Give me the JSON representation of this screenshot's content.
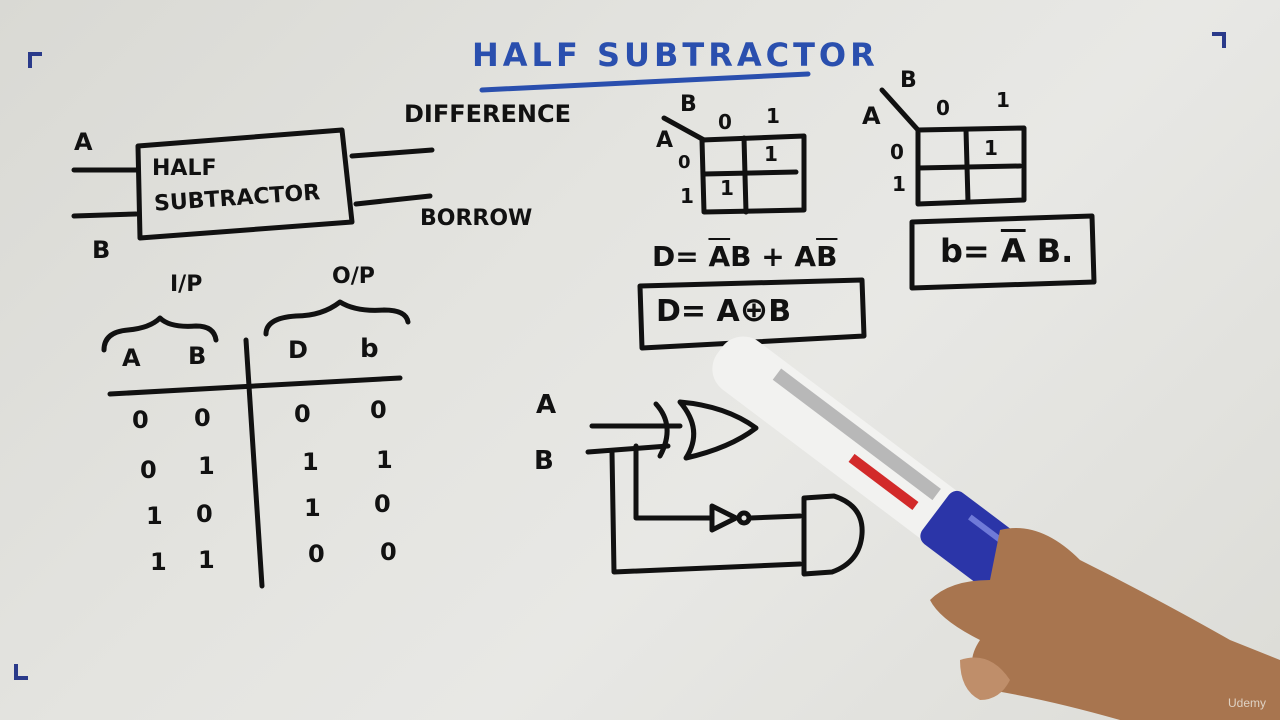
{
  "title": "HALF SUBTRACTOR",
  "block_diagram": {
    "box_label_line1": "HALF",
    "box_label_line2": "SUBTRACTOR",
    "input_a": "A",
    "input_b": "B",
    "output_difference": "DIFFERENCE",
    "output_borrow": "BORROW"
  },
  "truth_table": {
    "input_group": "I/P",
    "output_group": "O/P",
    "columns": [
      "A",
      "B",
      "D",
      "b"
    ],
    "rows": [
      [
        "0",
        "0",
        "0",
        "0"
      ],
      [
        "0",
        "1",
        "1",
        "1"
      ],
      [
        "1",
        "0",
        "1",
        "0"
      ],
      [
        "1",
        "1",
        "0",
        "0"
      ]
    ]
  },
  "kmap_difference": {
    "var_row": "A",
    "var_col": "B",
    "col_labels": [
      "0",
      "1"
    ],
    "row_labels": [
      "0",
      "1"
    ],
    "cells": [
      [
        "",
        "1"
      ],
      [
        "1",
        ""
      ]
    ]
  },
  "kmap_borrow": {
    "var_row": "A",
    "var_col": "B",
    "col_labels": [
      "0",
      "1"
    ],
    "row_labels": [
      "0",
      "1"
    ],
    "cells": [
      [
        "",
        "1"
      ],
      [
        "",
        ""
      ]
    ]
  },
  "equations": {
    "d_expanded_prefix": "D= ",
    "d_term1_bar": "A",
    "d_term1_rest": "B + A",
    "d_term2_bar": "B",
    "d_final_prefix": "D= A",
    "d_xor_symbol": "⊕",
    "d_final_suffix": "B",
    "b_prefix": "b= ",
    "b_bar": "A",
    "b_rest": "B."
  },
  "circuit": {
    "input_a": "A",
    "input_b": "B",
    "gates": [
      "XOR",
      "NOT",
      "AND"
    ]
  },
  "watermark": "Udemy",
  "colors": {
    "ink": "#111111",
    "title_blue": "#2a4fae",
    "board": "#e4e4e0",
    "marker_blue": "#2b35a8",
    "marker_white": "#f2f2f0",
    "skin": "#a8754f"
  }
}
